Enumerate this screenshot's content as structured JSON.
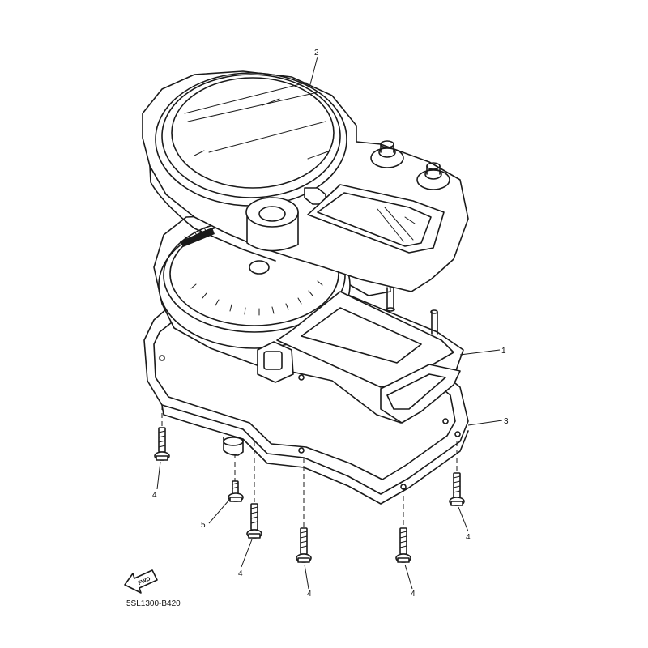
{
  "diagram": {
    "callouts": {
      "c1": "1",
      "c2": "2",
      "c3": "3",
      "c4a": "4",
      "c4b": "4",
      "c4c": "4",
      "c4d": "4",
      "c4e": "4",
      "c5": "5"
    },
    "fwd_label": "FWD",
    "part_code": "5SL1300-B420"
  }
}
